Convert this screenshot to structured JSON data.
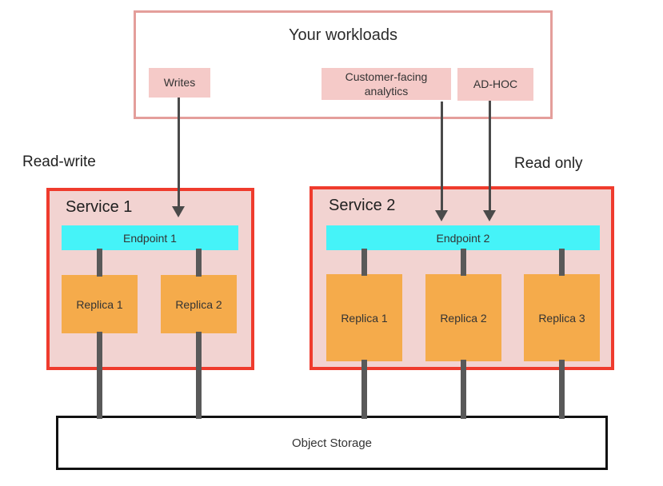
{
  "workloads": {
    "title": "Your workloads",
    "items": [
      {
        "label": "Writes"
      },
      {
        "label": "Customer-facing analytics"
      },
      {
        "label": "AD-HOC"
      }
    ]
  },
  "zone_labels": {
    "read_write": "Read-write",
    "read_only": "Read only"
  },
  "services": [
    {
      "title": "Service 1",
      "endpoint": {
        "label": "Endpoint 1"
      },
      "replicas": [
        {
          "label": "Replica 1"
        },
        {
          "label": "Replica 2"
        }
      ]
    },
    {
      "title": "Service 2",
      "endpoint": {
        "label": "Endpoint 2"
      },
      "replicas": [
        {
          "label": "Replica 1"
        },
        {
          "label": "Replica 2"
        },
        {
          "label": "Replica 3"
        }
      ]
    }
  ],
  "storage": {
    "label": "Object Storage"
  },
  "colors": {
    "workloads_border": "#E49E9B",
    "workload_item_bg": "#F5CAC8",
    "service_border": "#EF3B2D",
    "service_bg": "#F2D3D1",
    "endpoint_bg": "#45F3F8",
    "replica_bg": "#F5AB4B",
    "connector": "#595959",
    "arrow": "#4A4A4A",
    "storage_border": "#111111",
    "text_dark": "#2B2B2B",
    "text_label": "#333333"
  }
}
